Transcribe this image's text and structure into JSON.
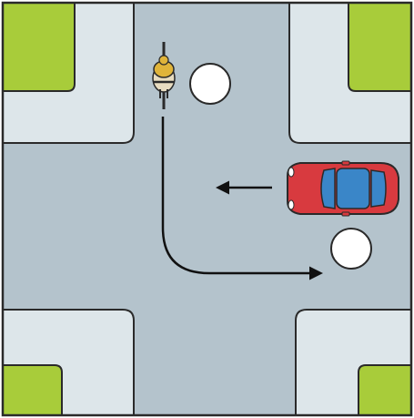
{
  "scene": {
    "type": "intersection-top-view",
    "colors": {
      "road": "#b4c3cc",
      "sidewalk": "#dde6ea",
      "grass": "#a8cc3a",
      "curb_line": "#2a2a2a",
      "frame": "#2a2a2a",
      "car_body": "#d83a3f",
      "car_glass": "#3a86c8",
      "cyclist_jacket": "#e0b43a",
      "marker_fill": "#ffffff",
      "arrow": "#111111"
    },
    "objects": [
      {
        "name": "cyclist",
        "icon": "cyclist-icon",
        "heading": "south",
        "marker": "white-circle"
      },
      {
        "name": "car",
        "icon": "car-icon",
        "heading": "west",
        "marker": "white-circle"
      }
    ],
    "paths": [
      {
        "name": "cyclist-path",
        "description_shape": "straight-then-left-turn-east"
      },
      {
        "name": "car-direction",
        "description_shape": "straight-west"
      }
    ]
  }
}
